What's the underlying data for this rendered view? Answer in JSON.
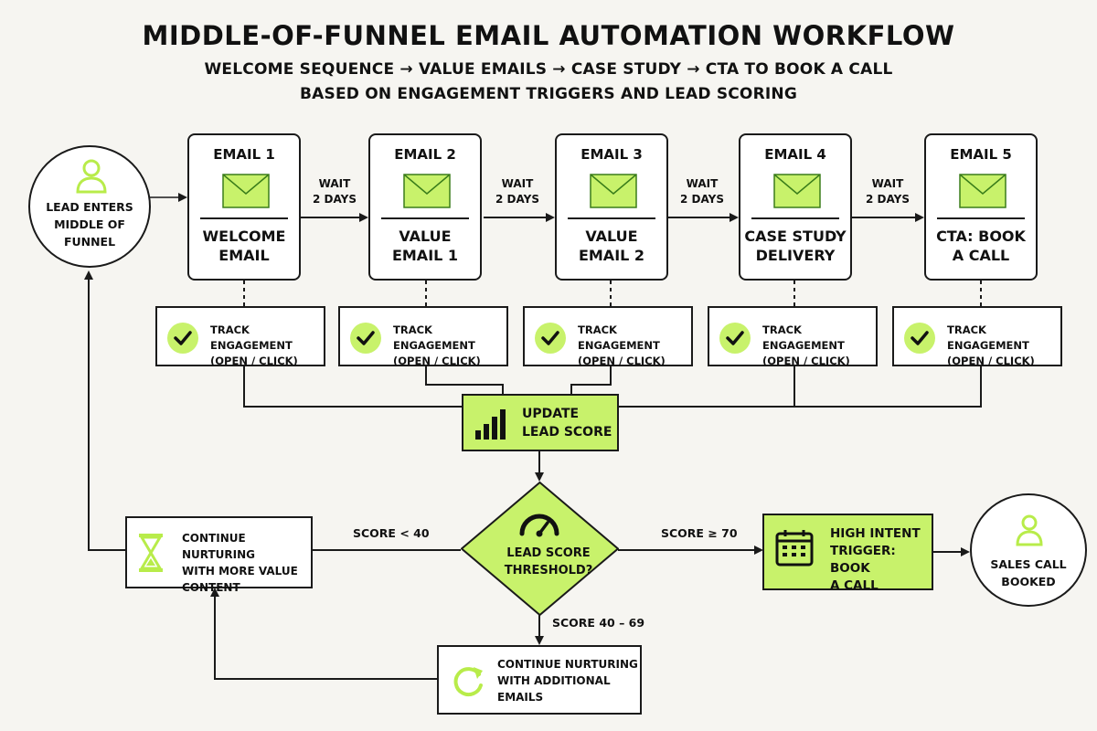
{
  "title": "MIDDLE-OF-FUNNEL EMAIL AUTOMATION WORKFLOW",
  "subtitle_line1": "WELCOME SEQUENCE → VALUE EMAILS → CASE STUDY → CTA TO BOOK A CALL",
  "subtitle_line2": "BASED ON ENGAGEMENT TRIGGERS AND LEAD SCORING",
  "start_node": "LEAD ENTERS\nMIDDLE OF\nFUNNEL",
  "emails": [
    {
      "number": "EMAIL 1",
      "name": "WELCOME\nEMAIL"
    },
    {
      "number": "EMAIL 2",
      "name": "VALUE\nEMAIL 1"
    },
    {
      "number": "EMAIL 3",
      "name": "VALUE\nEMAIL 2"
    },
    {
      "number": "EMAIL 4",
      "name": "CASE STUDY\nDELIVERY"
    },
    {
      "number": "EMAIL 5",
      "name": "CTA: BOOK\nA CALL"
    }
  ],
  "waits": [
    "WAIT\n2 DAYS",
    "WAIT\n2 DAYS",
    "WAIT\n2 DAYS",
    "WAIT\n2 DAYS"
  ],
  "track_label": "TRACK ENGAGEMENT\n(OPEN / CLICK)",
  "update_score": "UPDATE\nLEAD SCORE",
  "threshold": "LEAD SCORE\nTHRESHOLD?",
  "branch_low": "SCORE < 40",
  "branch_high": "SCORE ≥ 70",
  "branch_mid": "SCORE 40 – 69",
  "nurture_more": "CONTINUE NURTURING\nWITH MORE VALUE\nCONTENT",
  "nurture_additional": "CONTINUE NURTURING\nWITH ADDITIONAL\nEMAILS",
  "high_intent": "HIGH INTENT\nTRIGGER: BOOK\nA CALL",
  "end_node": "SALES CALL\nBOOKED",
  "colors": {
    "accent": "#c8f26b",
    "stroke": "#1a1a1a",
    "background": "#f6f5f1"
  },
  "icons": [
    "user-icon",
    "envelope-icon",
    "check-circle-icon",
    "bar-chart-icon",
    "gauge-icon",
    "hourglass-icon",
    "refresh-icon",
    "calendar-icon"
  ]
}
